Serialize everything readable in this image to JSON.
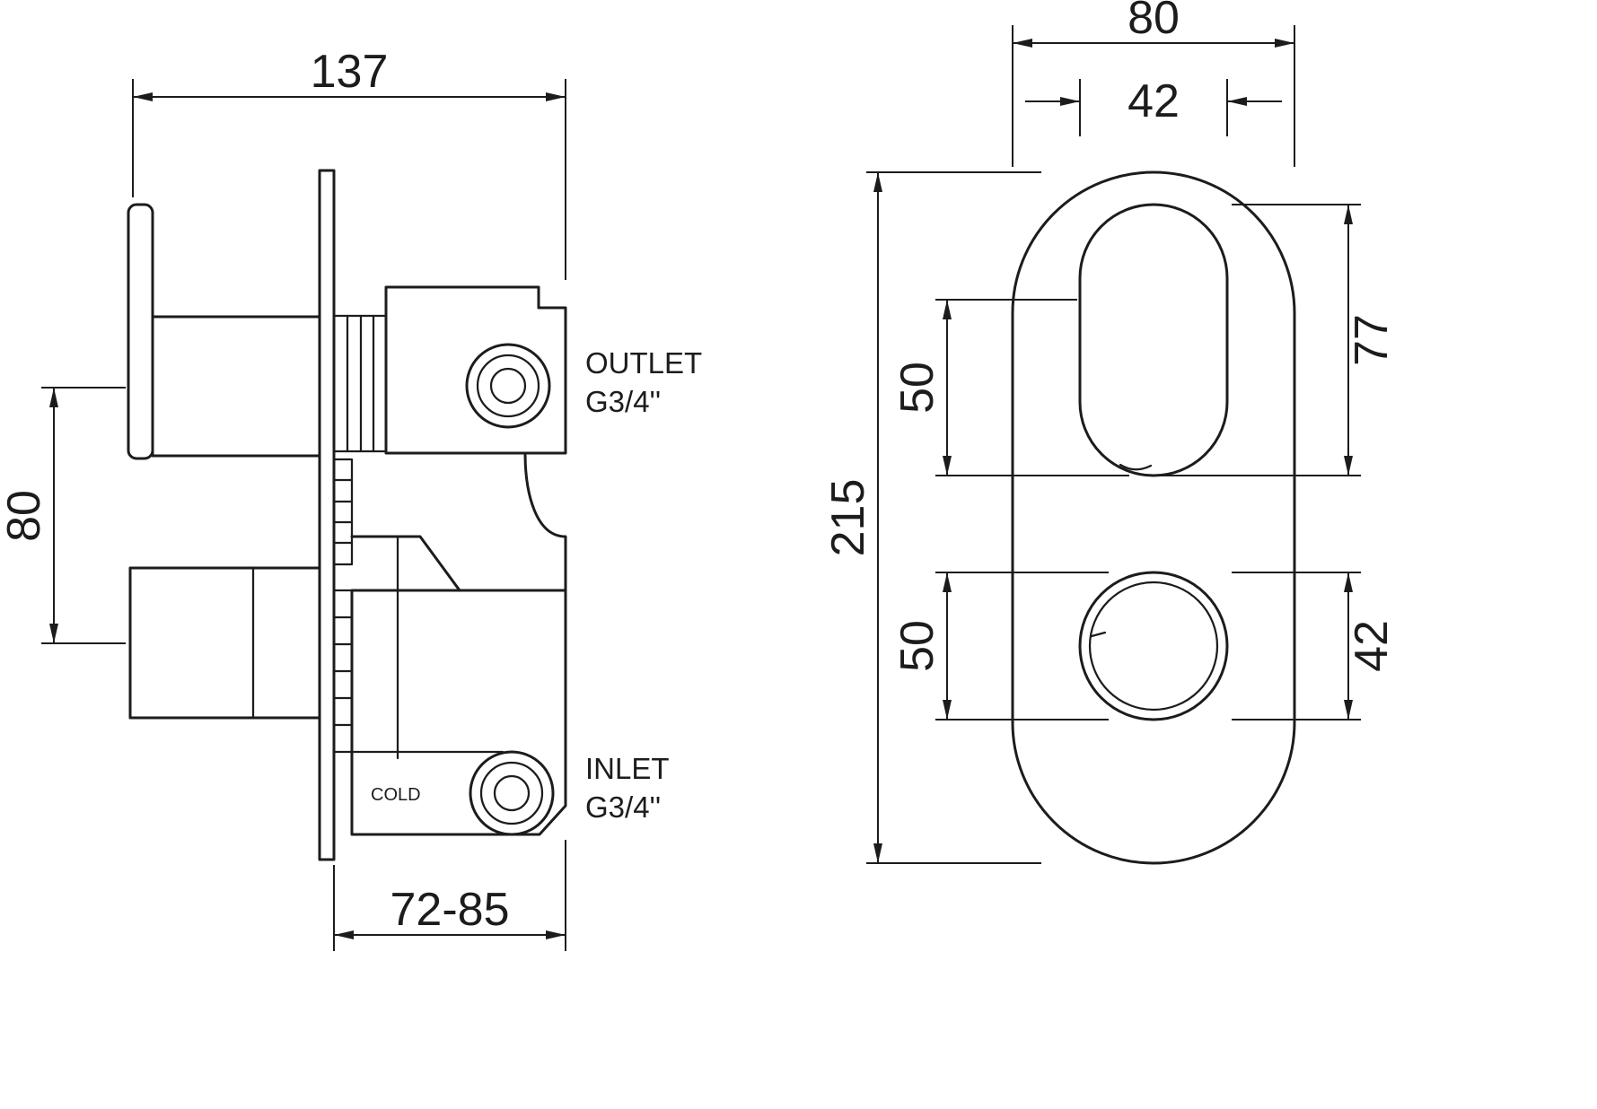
{
  "drawing": {
    "side_view": {
      "dim_width": "137",
      "dim_handle_spacing": "80",
      "dim_depth_range": "72-85",
      "outlet_label_line1": "OUTLET",
      "outlet_label_line2": "G3/4''",
      "inlet_label_line1": "INLET",
      "inlet_label_line2": "G3/4''",
      "cold_marking": "COLD"
    },
    "front_view": {
      "dim_plate_width": "80",
      "dim_opening_width": "42",
      "dim_plate_height": "215",
      "dim_upper_control_offset": "50",
      "dim_lower_control_offset": "50",
      "dim_opening_height": "77",
      "dim_knob_diameter": "42"
    },
    "colors": {
      "ink": "#1c1c1c",
      "paper": "#ffffff"
    }
  }
}
